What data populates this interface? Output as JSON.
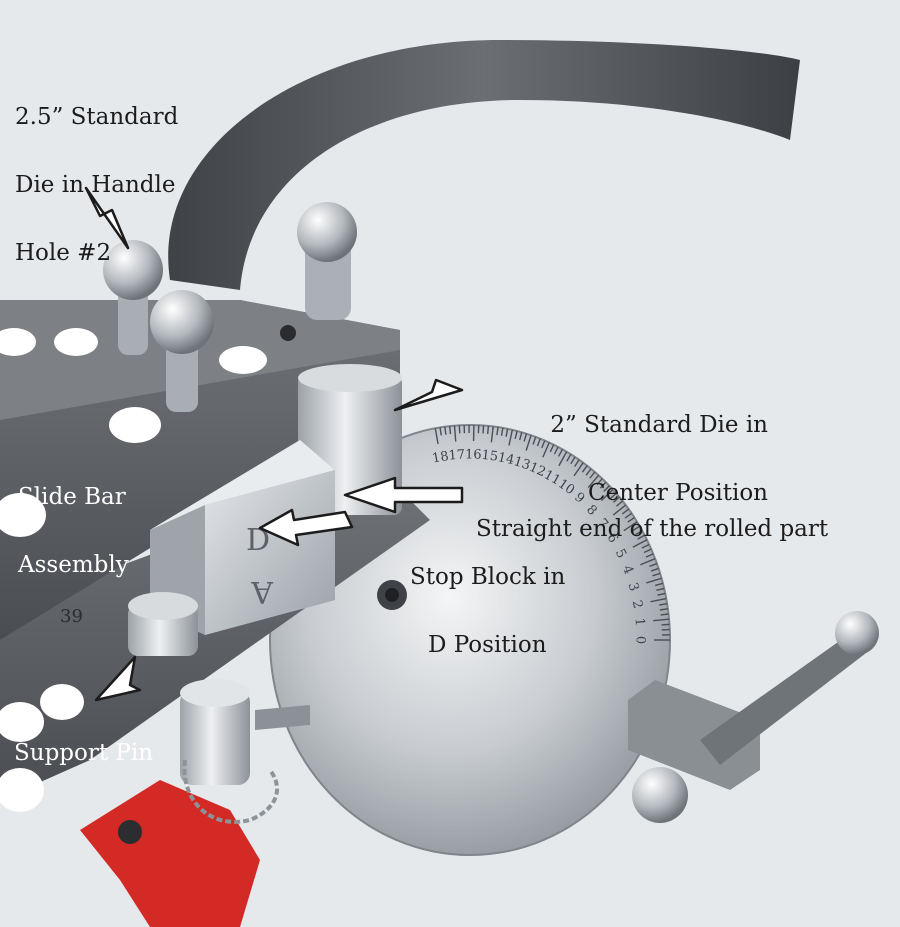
{
  "callouts": {
    "standard_die_handle": [
      "2.5” Standard",
      "Die in Handle",
      "Hole #2"
    ],
    "standard_die_center": [
      "2” Standard Die in",
      "Center Position"
    ],
    "slide_bar": [
      "Slide Bar",
      "Assembly"
    ],
    "straight_end": "Straight end of the rolled part",
    "stop_block": [
      "Stop Block in",
      "D Position"
    ],
    "support_pin": "Support Pin"
  },
  "degree_wheel": {
    "ticks": [
      "0",
      "1",
      "2",
      "3",
      "4",
      "5",
      "6",
      "7",
      "8",
      "9",
      "10",
      "11",
      "12",
      "13",
      "14",
      "15",
      "16",
      "17",
      "18"
    ]
  },
  "stop_block_letters": [
    "D",
    "A"
  ],
  "handle_marking": "39",
  "colors": {
    "background": "#e6e9ec",
    "steel_plate": "#5b5e63",
    "rolled_strip": "#4c4f54",
    "die_silver": "#c9cdd2",
    "lever_red": "#d42a26"
  }
}
